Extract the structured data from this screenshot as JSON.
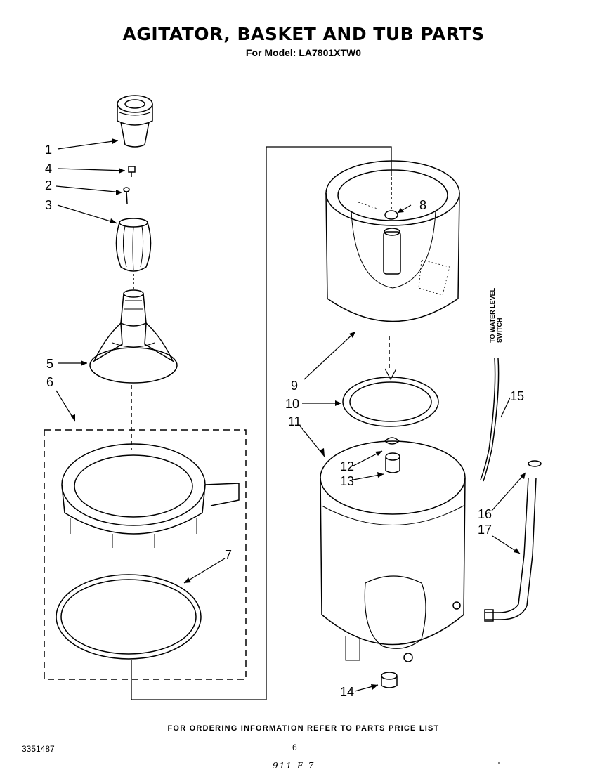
{
  "header": {
    "title": "AGITATOR, BASKET AND TUB PARTS",
    "subtitle": "For Model: LA7801XTW0"
  },
  "callouts": {
    "c1": "1",
    "c2": "2",
    "c3": "3",
    "c4": "4",
    "c5": "5",
    "c6": "6",
    "c7": "7",
    "c8": "8",
    "c9": "9",
    "c10": "10",
    "c11": "11",
    "c12": "12",
    "c13": "13",
    "c14": "14",
    "c15": "15",
    "c16": "16",
    "c17": "17"
  },
  "side_label": {
    "line1": "TO WATER LEVEL",
    "line2": "SWITCH"
  },
  "footer": {
    "ordering_note": "FOR ORDERING INFORMATION REFER TO PARTS PRICE LIST",
    "doc_number": "3351487",
    "page_number": "6",
    "handwritten": "911-F-7"
  }
}
